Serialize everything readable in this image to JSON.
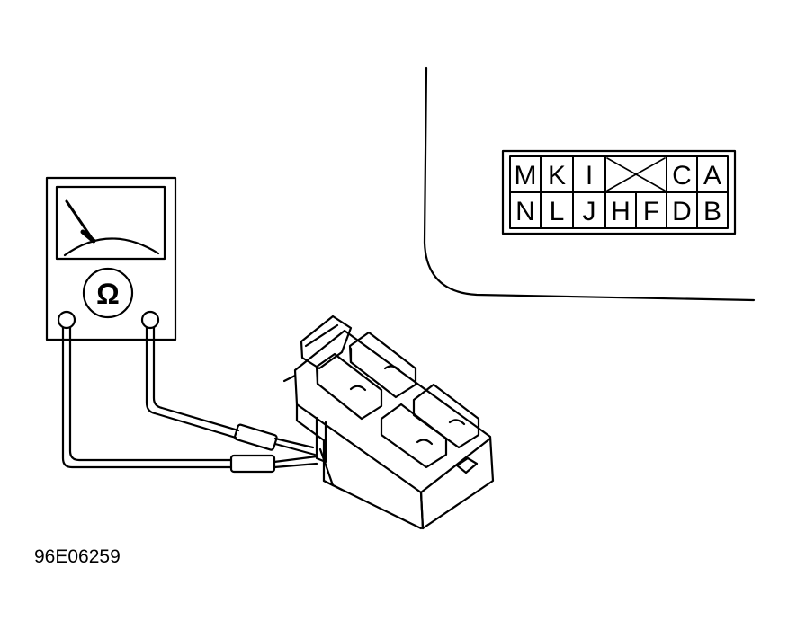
{
  "figure_id": "96E06259",
  "meter": {
    "symbol": "Ω"
  },
  "connector": {
    "row1": [
      "M",
      "K",
      "I",
      "",
      "C",
      "A"
    ],
    "row2": [
      "N",
      "L",
      "J",
      "H",
      "F",
      "D",
      "B"
    ],
    "blank_cell_marking": "X"
  },
  "colors": {
    "ink": "#000000",
    "background": "#ffffff"
  }
}
